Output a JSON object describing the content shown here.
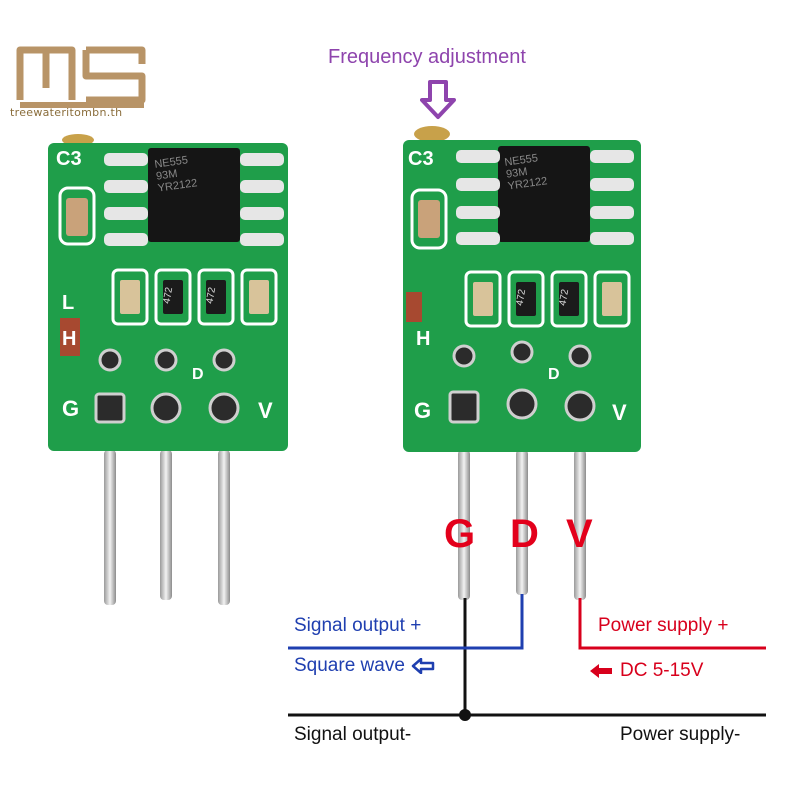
{
  "logo": {
    "watermark": "treewateritombn.th"
  },
  "header": {
    "frequency_label": "Frequency adjustment"
  },
  "board": {
    "silkscreen_c3": "C3",
    "silkscreen_l": "L",
    "silkscreen_h": "H",
    "silkscreen_g": "G",
    "silkscreen_v": "V",
    "silkscreen_d": "D",
    "chip_line1": "NE555",
    "chip_line2": "93M",
    "chip_line3": "YR2122",
    "resistor_code": "472"
  },
  "pins": {
    "g": "G",
    "d": "D",
    "v": "V"
  },
  "labels": {
    "signal_output_plus": "Signal output +",
    "square_wave": "Square wave",
    "power_supply_plus": "Power supply +",
    "dc_range": "DC 5-15V",
    "signal_output_minus": "Signal output-",
    "power_supply_minus": "Power supply-"
  },
  "colors": {
    "pcb_green": "#1f9e4a",
    "pin_red": "#e3001b",
    "signal_blue": "#1f3fb0",
    "power_red": "#d8001c",
    "accent_purple": "#8e44ad"
  }
}
